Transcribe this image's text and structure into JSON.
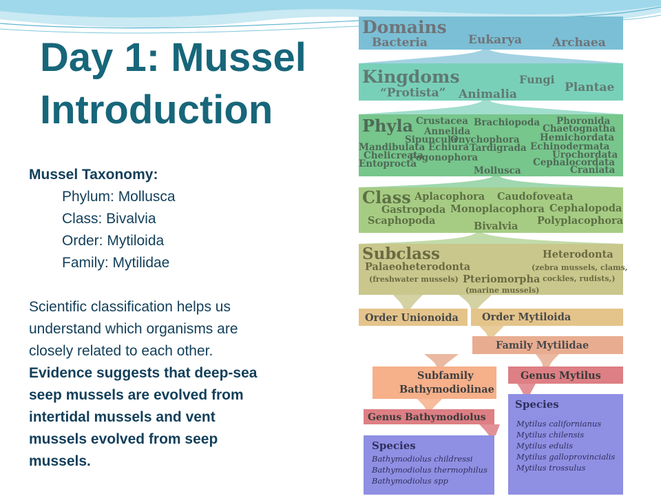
{
  "slide": {
    "title_line1": "Day 1: Mussel",
    "title_line2": "Introduction",
    "taxonomy_heading": "Mussel Taxonomy:",
    "taxonomy": [
      "Phylum: Mollusca",
      "Class: Bivalvia",
      "Order: Mytiloida",
      "Family: Mytilidae"
    ],
    "paragraph_lines": [
      "Scientific classification helps us",
      "understand which organisms are",
      "closely related to each other."
    ],
    "evidence_lines": [
      "Evidence suggests that deep-sea",
      "seep mussels are evolved from",
      "intertidal mussels and vent",
      "mussels evolved from seep",
      "mussels."
    ]
  },
  "tree": {
    "domains": {
      "label": "Domains",
      "items": [
        "Bacteria",
        "Eukarya",
        "Archaea"
      ]
    },
    "kingdoms": {
      "label": "Kingdoms",
      "items": [
        "“Protista”",
        "Animalia",
        "Fungi",
        "Plantae"
      ]
    },
    "phyla": {
      "label": "Phyla",
      "items": [
        "Crustacea",
        "Brachiopoda",
        "Phoronida",
        "Annelida",
        "Chaetognatha",
        "Sipuncula",
        "Onychophora",
        "Hemichordata",
        "Mandibulata",
        "Echiura",
        "Tardigrada",
        "Echinodermata",
        "Chelicreata",
        "Urochordata",
        "Pogonophora",
        "Cephalocordata",
        "Entoprocta",
        "Mollusca",
        "Craniata"
      ]
    },
    "class": {
      "label": "Class",
      "items": [
        "Aplacophora",
        "Caudofoveata",
        "Gastropoda",
        "Monoplacophora",
        "Cephalopoda",
        "Scaphopoda",
        "Polyplacophora",
        "Bivalvia"
      ]
    },
    "subclass": {
      "label": "Subclass",
      "palaeo": "Palaeoheterodonta",
      "palaeo_note": "(freshwater mussels)",
      "hetero": "Heterodonta",
      "hetero_note1": "(zebra mussels, clams,",
      "hetero_note2": "cockles, rudists,)",
      "pterio": "Pteriomorpha",
      "pterio_note": "(marine mussels)"
    },
    "order_unionoida": "Order Unionoida",
    "order_mytiloida": "Order Mytiloida",
    "family": "Family Mytilidae",
    "subfamily1": "Subfamily",
    "subfamily2": "Bathymodiolinae",
    "genus_mytilus": "Genus Mytilus",
    "genus_bathy": "Genus Bathymodiolus",
    "species_right_label": "Species",
    "species_right": [
      "Mytilus californianus",
      "Mytilus chilensis",
      "Mytilus edulis",
      "Mytilus galloprovincialis",
      "Mytilus trossulus"
    ],
    "species_left_label": "Species",
    "species_left": [
      "Bathymodiolus childressi",
      "Bathymodiolus thermophilus",
      "Bathymodiolus spp"
    ]
  },
  "colors": {
    "title": "#17667a",
    "body_text": "#123f5a",
    "domains": "#7bbfd6",
    "kingdoms": "#79d0b8",
    "phyla": "#77c68c",
    "class": "#a6cc84",
    "subclass": "#c9c78c",
    "order": "#e4c48a",
    "family": "#e8ad90",
    "subfamily": "#f6b08a",
    "genus": "#dd7f84",
    "species": "#8f8fe3"
  }
}
